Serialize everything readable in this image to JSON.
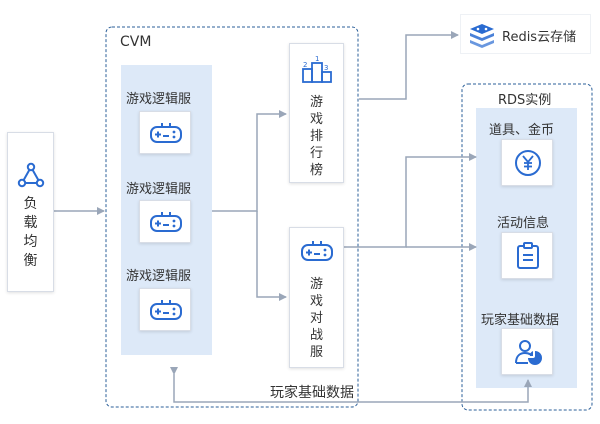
{
  "cvm": {
    "label": "CVM"
  },
  "load_balancer": {
    "label": "负载均衡",
    "icon": "load-balancer-icon"
  },
  "logic_servers": [
    {
      "label": "游戏逻辑服",
      "icon": "gamepad-icon"
    },
    {
      "label": "游戏逻辑服",
      "icon": "gamepad-icon"
    },
    {
      "label": "游戏逻辑服",
      "icon": "gamepad-icon"
    }
  ],
  "ranking_server": {
    "label": "游戏排行榜",
    "icon": "podium-icon"
  },
  "battle_server": {
    "label": "游戏对战服",
    "icon": "gamepad-icon"
  },
  "redis": {
    "label": "Redis云存储",
    "icon": "redis-stack-icon"
  },
  "rds": {
    "title": "RDS实例",
    "items": [
      {
        "label": "道具、金币",
        "icon": "yen-coin-icon"
      },
      {
        "label": "活动信息",
        "icon": "clipboard-icon"
      },
      {
        "label": "玩家基础数据",
        "icon": "user-chart-icon"
      }
    ]
  },
  "bottom_link": {
    "label": "玩家基础数据"
  },
  "colors": {
    "accent": "#2a6bd1",
    "panel": "#dde9f8",
    "border": "#2b5f99",
    "arrow": "#9aa6b8"
  }
}
